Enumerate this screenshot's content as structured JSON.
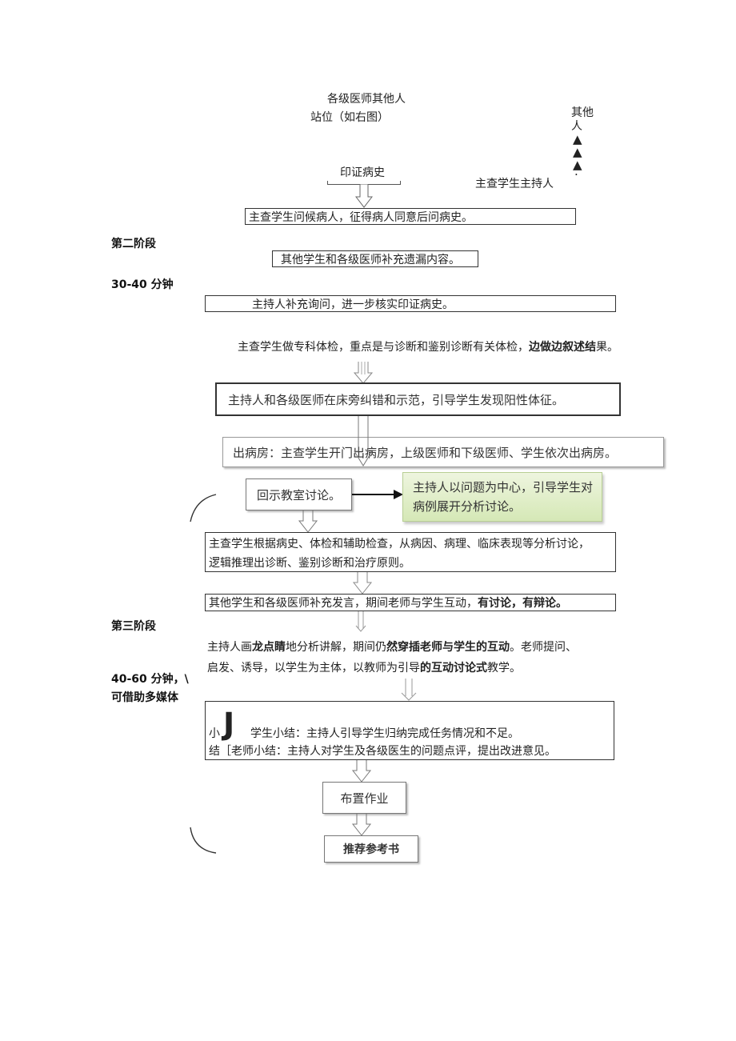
{
  "header": {
    "doctors_label": "各级医师其他人",
    "positions_label": "站位（如右图）",
    "verify_label": "印证病史",
    "others_label_1": "其他",
    "others_label_2": "人",
    "others_markers": [
      "▲",
      "▲",
      "▲",
      "·"
    ],
    "lead_student": "主查学生主持人"
  },
  "steps": {
    "s1": "主查学生问候病人，征得病人同意后问病史。",
    "s2": "其他学生和各级医师补充遗漏内容。",
    "s3": "主持人补充询问，进一步核实印证病史。",
    "s4_normal": "主查学生做专科体检，重点是与诊断和鉴别诊断有关体检，",
    "s4_bold": "边做边叙述结",
    "s4_tail": "果。",
    "s5": "主持人和各级医师在床旁纠错和示范，引导学生发现阳性体征。",
    "s6": "出病房：主查学生开门出病房，上级医师和下级医师、学生依次出病房。",
    "s7": "回示教室讨论。",
    "s7_side": "主持人以问题为中心，引导学生对病例展开分析讨论。",
    "s8_line1": "主查学生根据病史、体检和辅助检查，从病因、病理、临床表现等分析讨论，",
    "s8_line2": "逻辑推理出诊断、鉴别诊断和治疗原则。",
    "s9_normal": "其他学生和各级医师补充发言，期间老师与学生互动，",
    "s9_bold": "有讨论，有辩论。",
    "s10_a": "主持人画",
    "s10_b": "龙点睛",
    "s10_c": "地分析讲解，期间仍",
    "s10_d": "然穿插老师与学生的互动",
    "s10_e": "。老师提问、",
    "s10_line2_a": "启发、诱导，以学生为主体，以教师为引导",
    "s10_line2_b": "的互动讨论式",
    "s10_line2_c": "教学。",
    "summary_prefix_1": "小",
    "summary_brace": "J",
    "summary_student": "学生小结：主持人引导学生归纳完成任务情况和不足。",
    "summary_prefix_2": "结［",
    "summary_teacher": "老师小结：主持人对学生及各级医生的问题点评，提出改进意见。",
    "homework": "布置作业",
    "books": "推荐参考书"
  },
  "side_labels": {
    "stage2": "第二阶段",
    "stage2_time": "30-40 分钟",
    "stage3": "第三阶段",
    "stage3_time": "40-60 分钟，\\",
    "stage3_note": "可借助多媒体"
  }
}
